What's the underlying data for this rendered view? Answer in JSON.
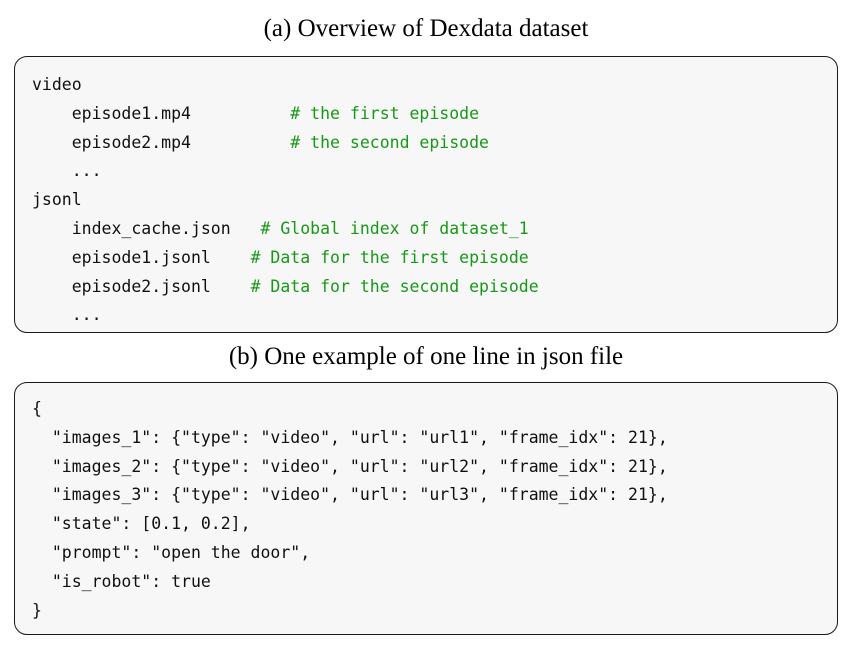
{
  "figure": {
    "panel_a": {
      "caption": "(a) Overview of Dexdata dataset",
      "lines": [
        {
          "path": "video",
          "comment": ""
        },
        {
          "path": "    episode1.mp4",
          "comment": "# the first episode"
        },
        {
          "path": "    episode2.mp4",
          "comment": "# the second episode"
        },
        {
          "path": "    ...",
          "comment": ""
        },
        {
          "path": "jsonl",
          "comment": ""
        },
        {
          "path": "    index_cache.json",
          "comment": "# Global index of dataset_1"
        },
        {
          "path": "    episode1.jsonl",
          "comment": "# Data for the first episode"
        },
        {
          "path": "    episode2.jsonl",
          "comment": "# Data for the second episode"
        },
        {
          "path": "    ...",
          "comment": ""
        }
      ]
    },
    "panel_b": {
      "caption": "(b) One example of one line in json file",
      "lines": [
        "{",
        "  \"images_1\": {\"type\": \"video\", \"url\": \"url1\", \"frame_idx\": 21},",
        "  \"images_2\": {\"type\": \"video\", \"url\": \"url2\", \"frame_idx\": 21},",
        "  \"images_3\": {\"type\": \"video\", \"url\": \"url3\", \"frame_idx\": 21},",
        "  \"state\": [0.1, 0.2],",
        "  \"prompt\": \"open the door\",",
        "  \"is_robot\": true",
        "}"
      ]
    },
    "colors": {
      "comment_green": "#189818",
      "code_text": "#101010",
      "box_background": "#f7f7f7",
      "box_border": "#1a1a1a",
      "page_background": "#ffffff"
    }
  }
}
